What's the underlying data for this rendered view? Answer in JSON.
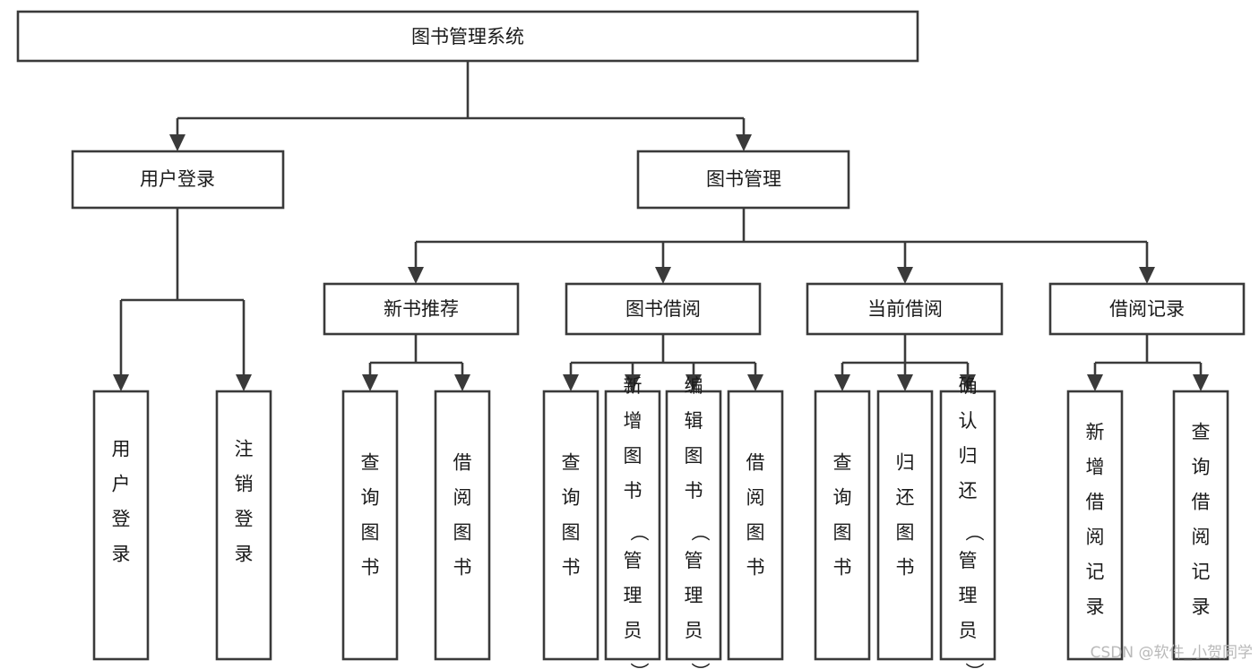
{
  "diagram": {
    "title": "图书管理系统",
    "type": "tree-hierarchy-chart",
    "orientation": "top-down",
    "colors": {
      "box_fill": "#ffffff",
      "box_stroke": "#3a3a3a",
      "connector": "#3a3a3a",
      "label_text": "#1a1a1a",
      "background": "#ffffff",
      "watermark": "#b9b9b9"
    },
    "root": {
      "label": "图书管理系统"
    },
    "level2": [
      {
        "label": "用户登录"
      },
      {
        "label": "图书管理"
      }
    ],
    "level3": [
      {
        "label": "新书推荐"
      },
      {
        "label": "图书借阅"
      },
      {
        "label": "当前借阅"
      },
      {
        "label": "借阅记录"
      }
    ],
    "leaves": {
      "user_login": [
        {
          "label": "用户登录"
        },
        {
          "label": "注销登录"
        }
      ],
      "new_book_recommend": [
        {
          "label": "查询图书"
        },
        {
          "label": "借阅图书"
        }
      ],
      "book_borrow": [
        {
          "label": "查询图书"
        },
        {
          "label": "新增图书（管理员）"
        },
        {
          "label": "编辑图书（管理员）"
        },
        {
          "label": "借阅图书"
        }
      ],
      "current_borrow": [
        {
          "label": "查询图书"
        },
        {
          "label": "归还图书"
        },
        {
          "label": "确认归还（管理员）"
        }
      ],
      "borrow_record": [
        {
          "label": "新增借阅记录"
        },
        {
          "label": "查询借阅记录"
        }
      ]
    }
  },
  "watermark": {
    "text": "CSDN @软件_小贺同学"
  }
}
